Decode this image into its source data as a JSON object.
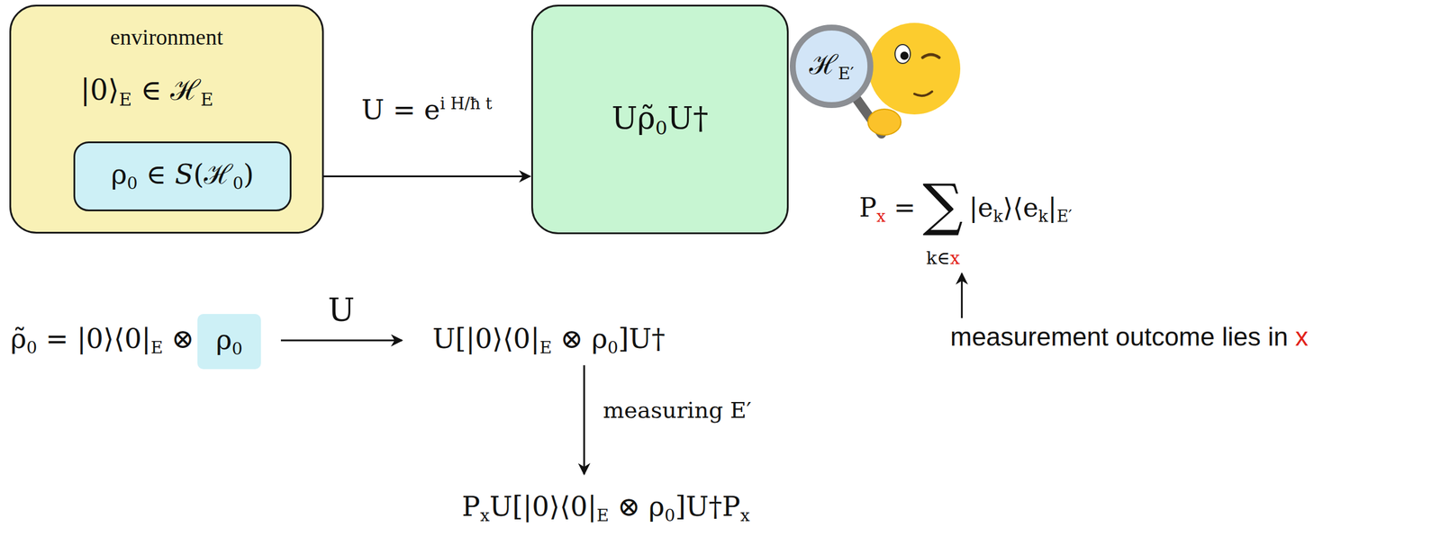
{
  "diagram": {
    "nodes": [
      {
        "text": [
          "environment",
          "|0⟩E ∈ ℋE"
        ]
      },
      {
        "text": [
          "ρ0 ∈ S(ℋ0)"
        ],
        "in": 0
      },
      {
        "text": [
          "Uρ̃0U†"
        ]
      },
      {
        "text": [
          "ρ0"
        ]
      }
    ],
    "edges": [
      {
        "from": 0,
        "to": 2,
        "arrow": "to",
        "label": "U = ei H/ħ t"
      }
    ],
    "labels": [
      "ℋE′",
      "Px =",
      "∑",
      "k∈x",
      "|ek⟩⟨ek|E′",
      "measurement outcome lies in x",
      "ρ̃0 = |0⟩⟨0|E ⊗",
      "U",
      "U[|0⟩⟨0|E ⊗ ρ0]U†",
      "measuring E′",
      "PxU[|0⟩⟨0|E ⊗ ρ0]U†Px"
    ]
  }
}
